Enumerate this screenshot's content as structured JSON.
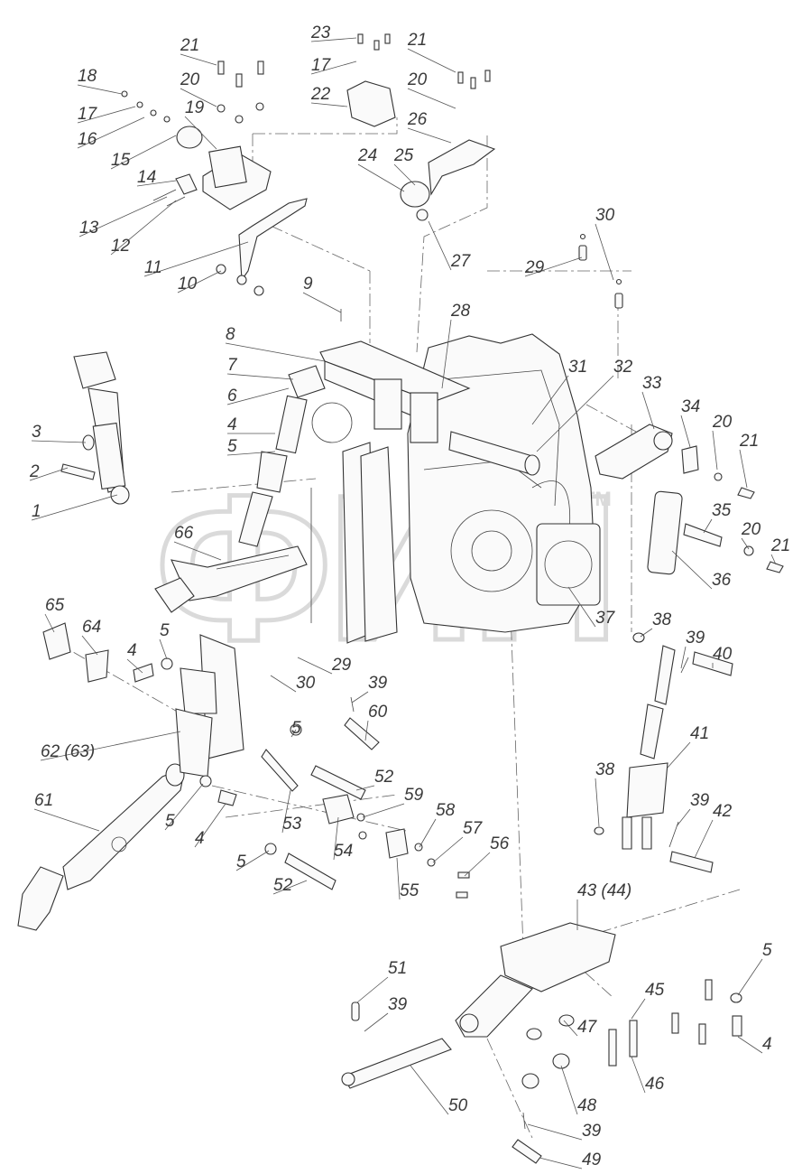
{
  "watermark": {
    "text": "ФИП",
    "mark": "TM"
  },
  "parts": [
    {
      "id": "p23",
      "label": "23"
    },
    {
      "id": "p17a",
      "label": "17"
    },
    {
      "id": "p22",
      "label": "22"
    },
    {
      "id": "p21a",
      "label": "21"
    },
    {
      "id": "p20a",
      "label": "20"
    },
    {
      "id": "p21b",
      "label": "21"
    },
    {
      "id": "p20b",
      "label": "20"
    },
    {
      "id": "p26",
      "label": "26"
    },
    {
      "id": "p18",
      "label": "18"
    },
    {
      "id": "p17b",
      "label": "17"
    },
    {
      "id": "p16",
      "label": "16"
    },
    {
      "id": "p19",
      "label": "19"
    },
    {
      "id": "p15",
      "label": "15"
    },
    {
      "id": "p24",
      "label": "24"
    },
    {
      "id": "p25",
      "label": "25"
    },
    {
      "id": "p14",
      "label": "14"
    },
    {
      "id": "p13",
      "label": "13"
    },
    {
      "id": "p12",
      "label": "12"
    },
    {
      "id": "p27",
      "label": "27"
    },
    {
      "id": "p30a",
      "label": "30"
    },
    {
      "id": "p11",
      "label": "11"
    },
    {
      "id": "p29a",
      "label": "29"
    },
    {
      "id": "p10",
      "label": "10"
    },
    {
      "id": "p9",
      "label": "9"
    },
    {
      "id": "p28",
      "label": "28"
    },
    {
      "id": "p8",
      "label": "8"
    },
    {
      "id": "p31",
      "label": "31"
    },
    {
      "id": "p32",
      "label": "32"
    },
    {
      "id": "p7",
      "label": "7"
    },
    {
      "id": "p33",
      "label": "33"
    },
    {
      "id": "p6",
      "label": "6"
    },
    {
      "id": "p34",
      "label": "34"
    },
    {
      "id": "p20c",
      "label": "20"
    },
    {
      "id": "p4a",
      "label": "4"
    },
    {
      "id": "p3",
      "label": "3"
    },
    {
      "id": "p5a",
      "label": "5"
    },
    {
      "id": "p21c",
      "label": "21"
    },
    {
      "id": "p2",
      "label": "2"
    },
    {
      "id": "p1",
      "label": "1"
    },
    {
      "id": "p35",
      "label": "35"
    },
    {
      "id": "p20d",
      "label": "20"
    },
    {
      "id": "p66",
      "label": "66"
    },
    {
      "id": "p21d",
      "label": "21"
    },
    {
      "id": "p36",
      "label": "36"
    },
    {
      "id": "p37",
      "label": "37"
    },
    {
      "id": "p65",
      "label": "65"
    },
    {
      "id": "p64",
      "label": "64"
    },
    {
      "id": "p38a",
      "label": "38"
    },
    {
      "id": "p5b",
      "label": "5"
    },
    {
      "id": "p39a",
      "label": "39"
    },
    {
      "id": "p4b",
      "label": "4"
    },
    {
      "id": "p40",
      "label": "40"
    },
    {
      "id": "p29b",
      "label": "29"
    },
    {
      "id": "p30b",
      "label": "30"
    },
    {
      "id": "p39b",
      "label": "39"
    },
    {
      "id": "p60",
      "label": "60"
    },
    {
      "id": "p41",
      "label": "41"
    },
    {
      "id": "p62",
      "label": "62 (63)"
    },
    {
      "id": "p5c",
      "label": "5"
    },
    {
      "id": "p52a",
      "label": "52"
    },
    {
      "id": "p38b",
      "label": "38"
    },
    {
      "id": "p61",
      "label": "61"
    },
    {
      "id": "p59",
      "label": "59"
    },
    {
      "id": "p39c",
      "label": "39"
    },
    {
      "id": "p42",
      "label": "42"
    },
    {
      "id": "p5d",
      "label": "5"
    },
    {
      "id": "p4c",
      "label": "4"
    },
    {
      "id": "p53",
      "label": "53"
    },
    {
      "id": "p58",
      "label": "58"
    },
    {
      "id": "p57",
      "label": "57"
    },
    {
      "id": "p54",
      "label": "54"
    },
    {
      "id": "p56",
      "label": "56"
    },
    {
      "id": "p5e",
      "label": "5"
    },
    {
      "id": "p52b",
      "label": "52"
    },
    {
      "id": "p55",
      "label": "55"
    },
    {
      "id": "p43",
      "label": "43 (44)"
    },
    {
      "id": "p5f",
      "label": "5"
    },
    {
      "id": "p51",
      "label": "51"
    },
    {
      "id": "p45",
      "label": "45"
    },
    {
      "id": "p39d",
      "label": "39"
    },
    {
      "id": "p47",
      "label": "47"
    },
    {
      "id": "p4d",
      "label": "4"
    },
    {
      "id": "p46",
      "label": "46"
    },
    {
      "id": "p48",
      "label": "48"
    },
    {
      "id": "p50",
      "label": "50"
    },
    {
      "id": "p39e",
      "label": "39"
    },
    {
      "id": "p49",
      "label": "49"
    }
  ]
}
